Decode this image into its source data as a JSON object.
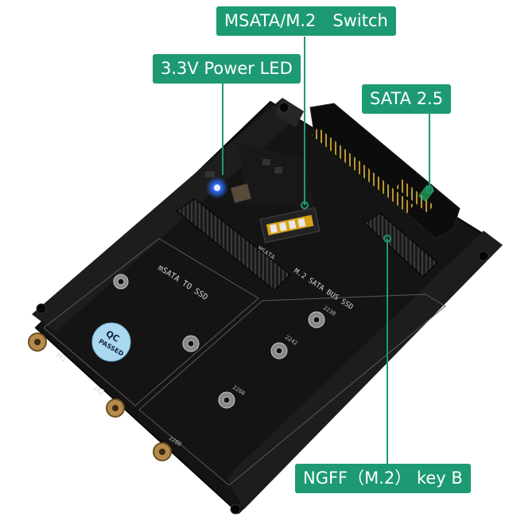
{
  "callouts": {
    "switch": "MSATA/M.2　Switch",
    "power_led": "3.3V Power  LED",
    "sata": "SATA 2.5",
    "ngff": "NGFF（M.2） key  B"
  },
  "board_labels": {
    "msata_to_ssd": "mSATA  TO  SSD",
    "m2_sata_bus": "M.2  SATA  BUS  SSD",
    "h1": "H1",
    "h2": "H2",
    "qc_line1": "QC",
    "qc_line2": "PASSED",
    "msata_small": "MSATA",
    "size_2230": "2230",
    "size_2242": "2242",
    "size_2260": "2260",
    "size_2280": "2280"
  },
  "colors": {
    "callout_bg": "#1d9a73",
    "board": "#141414",
    "rail": "#1b1b1b",
    "led": "#2f6bff",
    "qc_sticker": "#a9d8ef"
  }
}
